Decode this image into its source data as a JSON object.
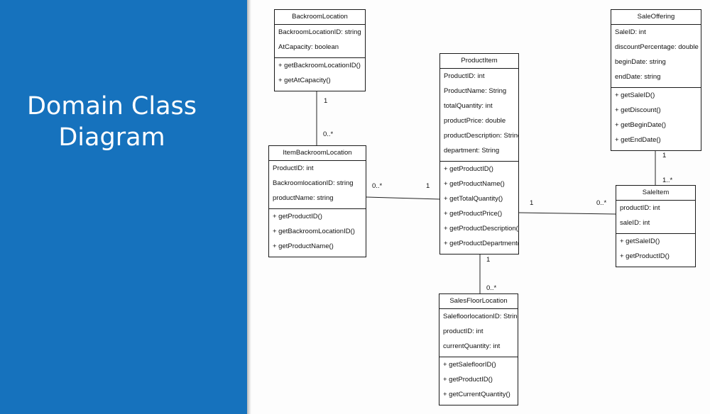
{
  "title_lines": [
    "Domain Class",
    "Diagram"
  ],
  "classes": {
    "backroom_location": {
      "name": "BackroomLocation",
      "attributes": [
        "BackroomLocationID: string",
        "AtCapacity: boolean"
      ],
      "methods": [
        "+ getBackroomLocationID()",
        "+ getAtCapacity()"
      ]
    },
    "item_backroom_location": {
      "name": "ItemBackroomLocation",
      "attributes": [
        "ProductID: int",
        "BackroomlocationID: string",
        "productName: string"
      ],
      "methods": [
        "+ getProductID()",
        "+ getBackroomLocationID()",
        "+ getProductName()"
      ]
    },
    "product_item": {
      "name": "ProductItem",
      "attributes": [
        "ProductID: int",
        "ProductName: String",
        "totalQuantity: int",
        "productPrice: double",
        "productDescription: String",
        "department: String"
      ],
      "methods": [
        "+ getProductID()",
        "+ getProductName()",
        "+ getTotalQuantity()",
        "+ getProductPrice()",
        "+ getProductDescription()",
        "+ getProductDepartment()"
      ]
    },
    "sale_offering": {
      "name": "SaleOffering",
      "attributes": [
        "SaleID: int",
        "discountPercentage: double",
        "beginDate: string",
        "endDate: string"
      ],
      "methods": [
        "+ getSaleID()",
        "+ getDiscount()",
        "+ getBeginDate()",
        "+ getEndDate()"
      ]
    },
    "sale_item": {
      "name": "SaleItem",
      "attributes": [
        "productID: int",
        "saleID: int"
      ],
      "methods": [
        "+ getSaleID()",
        "+ getProductID()"
      ]
    },
    "sales_floor_location": {
      "name": "SalesFloorLocation",
      "attributes": [
        "SalefloorlocationID: String",
        "productID: int",
        "currentQuantity: int"
      ],
      "methods": [
        "+ getSalefloorID()",
        "+ getProductID()",
        "+ getCurrentQuantity()"
      ]
    }
  },
  "associations": {
    "backroom_item_top": "1",
    "backroom_item_bottom": "0..*",
    "item_product_left": "0..*",
    "item_product_right": "1",
    "product_sale_left": "1",
    "product_sale_right": "0..*",
    "offering_sale_top": "1",
    "offering_sale_bottom": "1..*",
    "product_floor_top": "1",
    "product_floor_bottom": "0..*"
  }
}
